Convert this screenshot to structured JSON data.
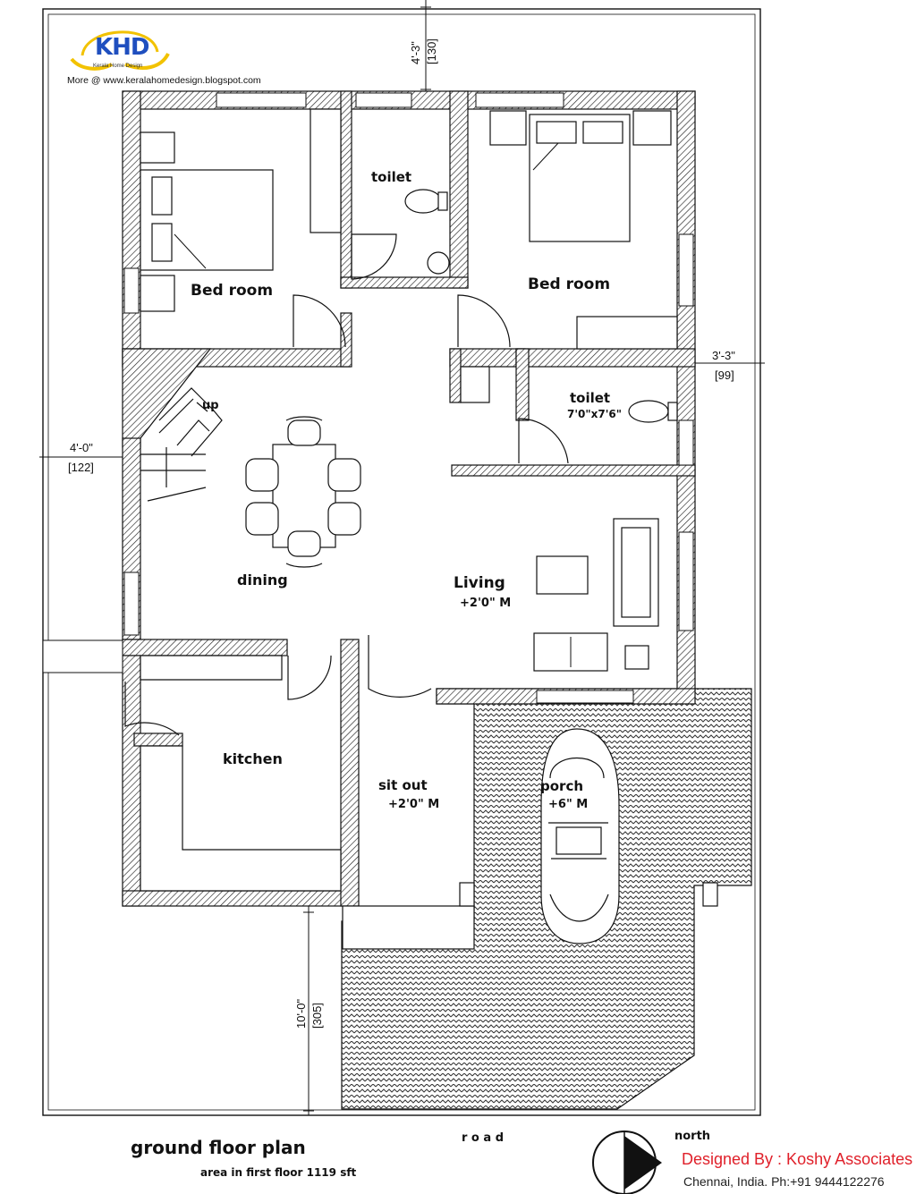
{
  "logo": {
    "mark": "KHD",
    "subtitle": "Kerala Home Design",
    "website": "More @ www.keralahomedesign.blogspot.com"
  },
  "rooms": {
    "bedroom_left": "Bed room",
    "bedroom_right": "Bed room",
    "toilet_top": "toilet",
    "toilet_right": "toilet",
    "toilet_right_size": "7'0\"x7'6\"",
    "dining": "dining",
    "living": "Living",
    "living_level": "+2'0\" M",
    "kitchen": "kitchen",
    "sitout": "sit out",
    "sitout_level": "+2'0\" M",
    "porch": "porch",
    "porch_level": "+6\" M",
    "stair_up": "up"
  },
  "dimensions": {
    "top_feet": "4'-3\"",
    "top_cm": "[130]",
    "right_feet": "3'-3\"",
    "right_cm": "[99]",
    "left_feet": "4'-0\"",
    "left_cm": "[122]",
    "bottom_feet": "10'-0\"",
    "bottom_cm": "[305]"
  },
  "footer": {
    "plan_title": "ground floor plan",
    "area_note": "area in first floor 1119 sft",
    "road": "r o a d",
    "north": "north",
    "designer": "Designed By : Koshy Associates",
    "address": "Chennai, India. Ph:+91 9444122276"
  },
  "colors": {
    "designer_text": "#e0202a",
    "logo_blue": "#1f4fbf",
    "logo_gold": "#f2c200"
  }
}
